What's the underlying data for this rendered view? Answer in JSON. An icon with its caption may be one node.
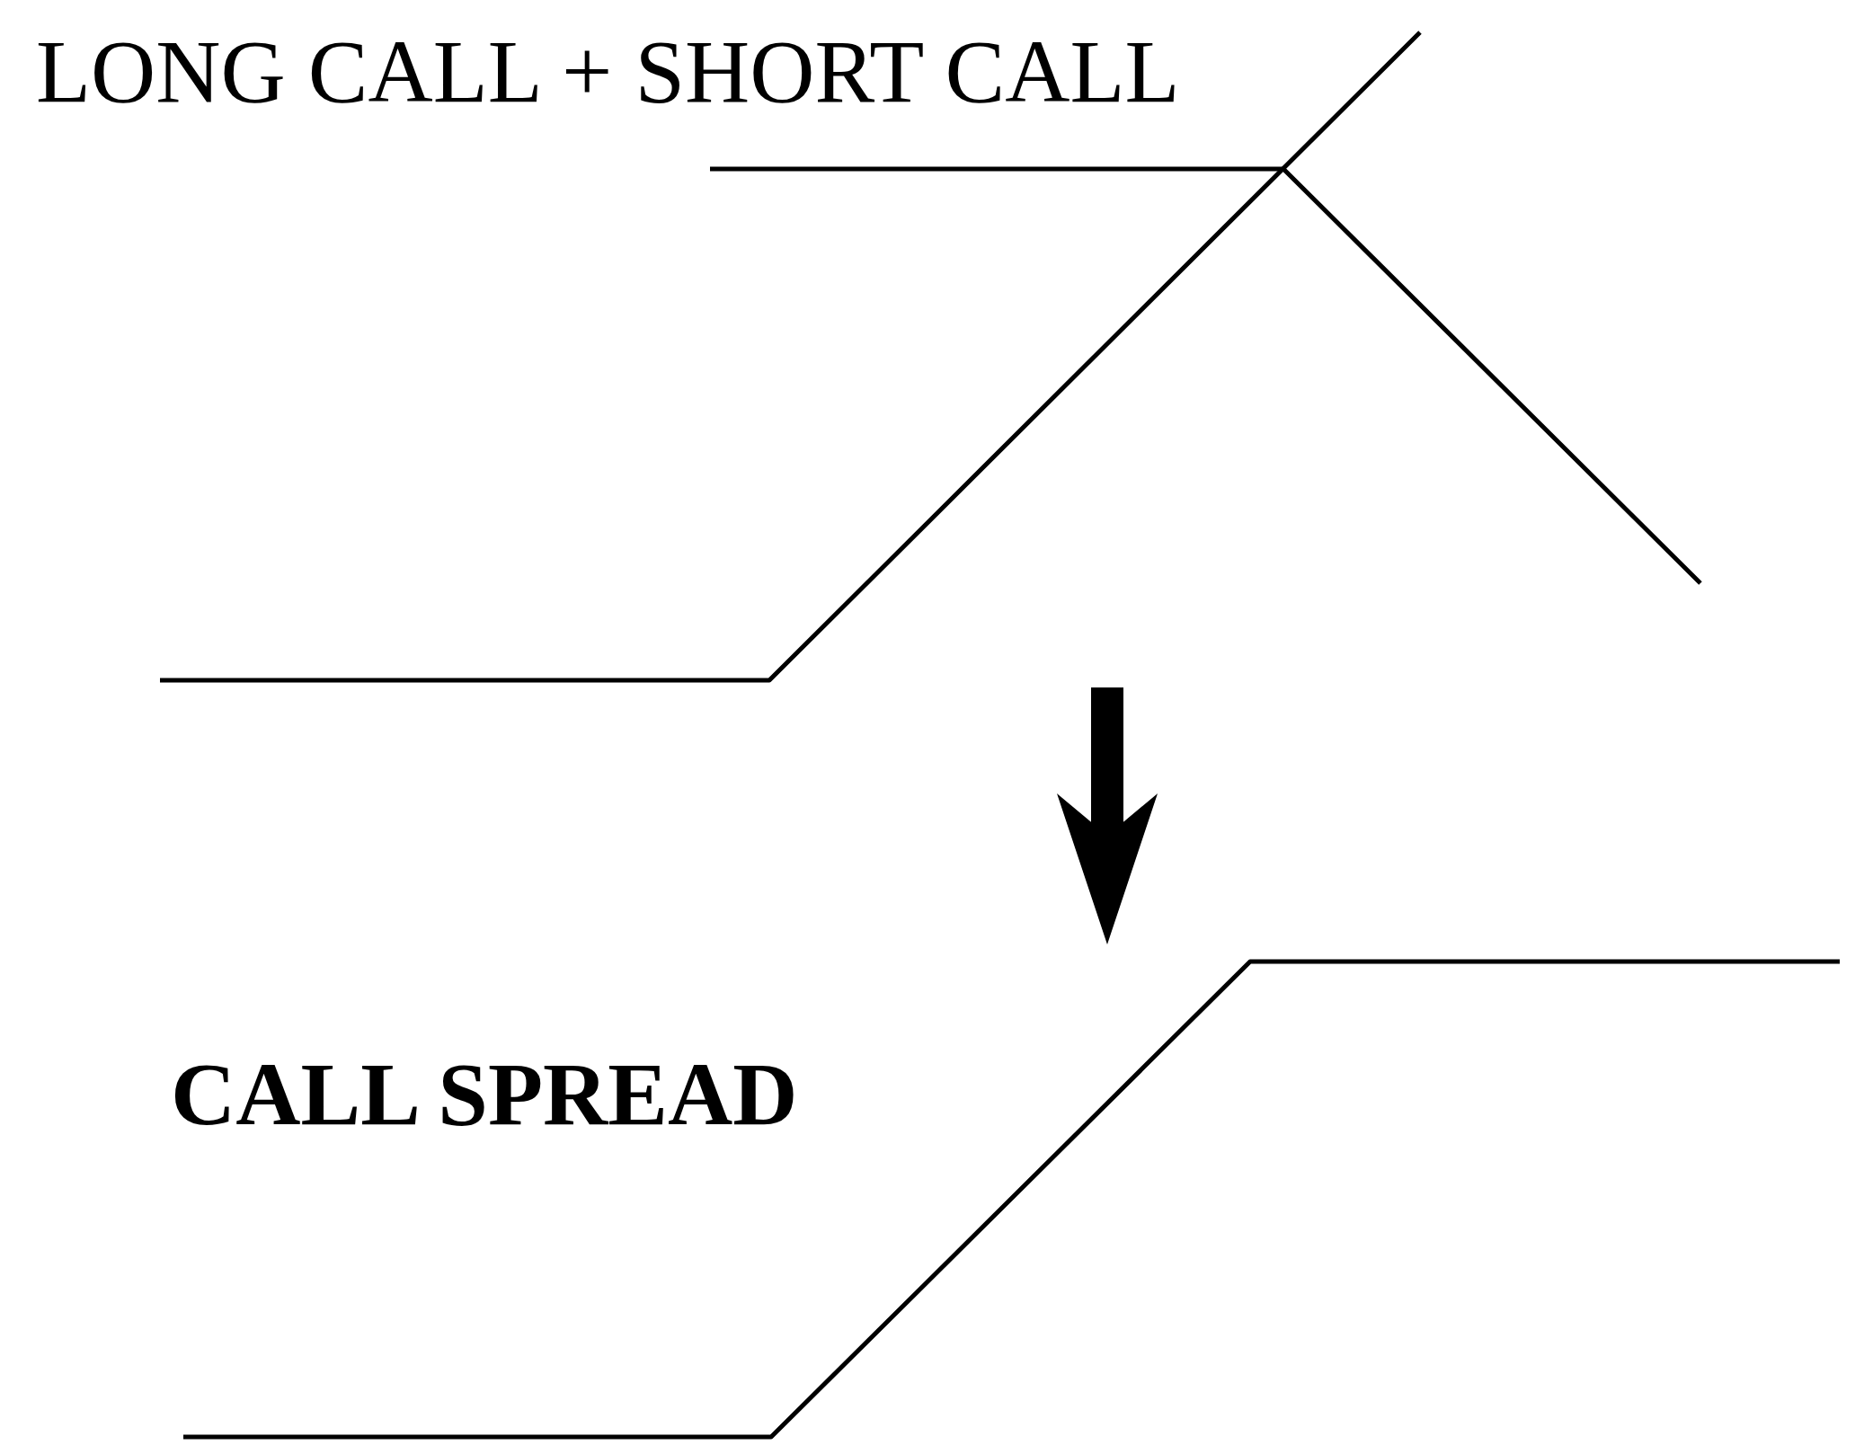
{
  "diagram": {
    "title": "LONG CALL + SHORT CALL",
    "nodes": [
      {
        "text": [],
        "shape": "picture"
      },
      {
        "text": [],
        "shape": "picture"
      }
    ],
    "edges": [
      {
        "from": 0,
        "to": 1,
        "arrow": "to"
      }
    ],
    "labels": [
      "CALL SPREAD"
    ]
  }
}
